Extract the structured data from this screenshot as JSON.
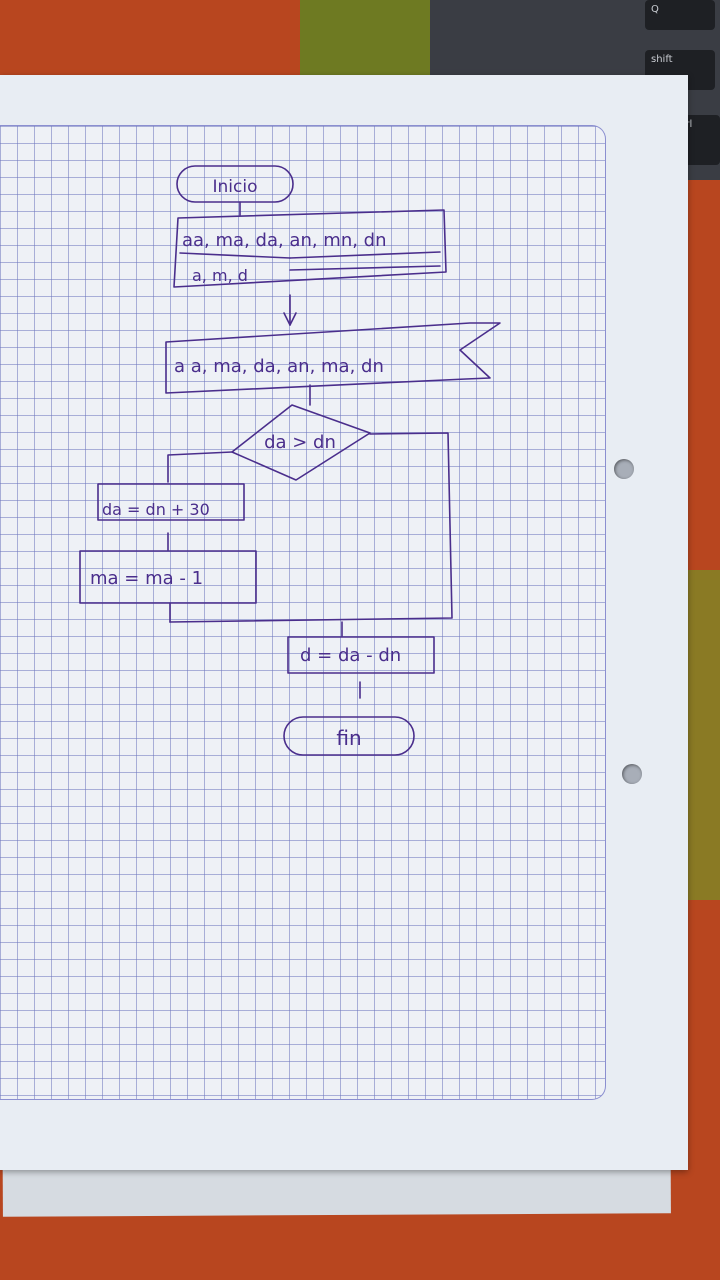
{
  "keyboard": {
    "keys": [
      "Q",
      "shift",
      "ctrl"
    ]
  },
  "flowchart": {
    "start": "Inicio",
    "input_line1": "aa, ma, da, an, mn, dn",
    "input_line2": "a, m, d",
    "output": "a a, ma, da, an, ma, dn",
    "condition": "da > dn",
    "process1": "da = dn + 30",
    "process2": "ma = ma - 1",
    "process3": "d = da - dn",
    "end": "fin"
  },
  "colors": {
    "ink": "#4a2e8c",
    "grid": "#6e76be",
    "paper": "#e8edf3",
    "table": "#b8461f"
  }
}
